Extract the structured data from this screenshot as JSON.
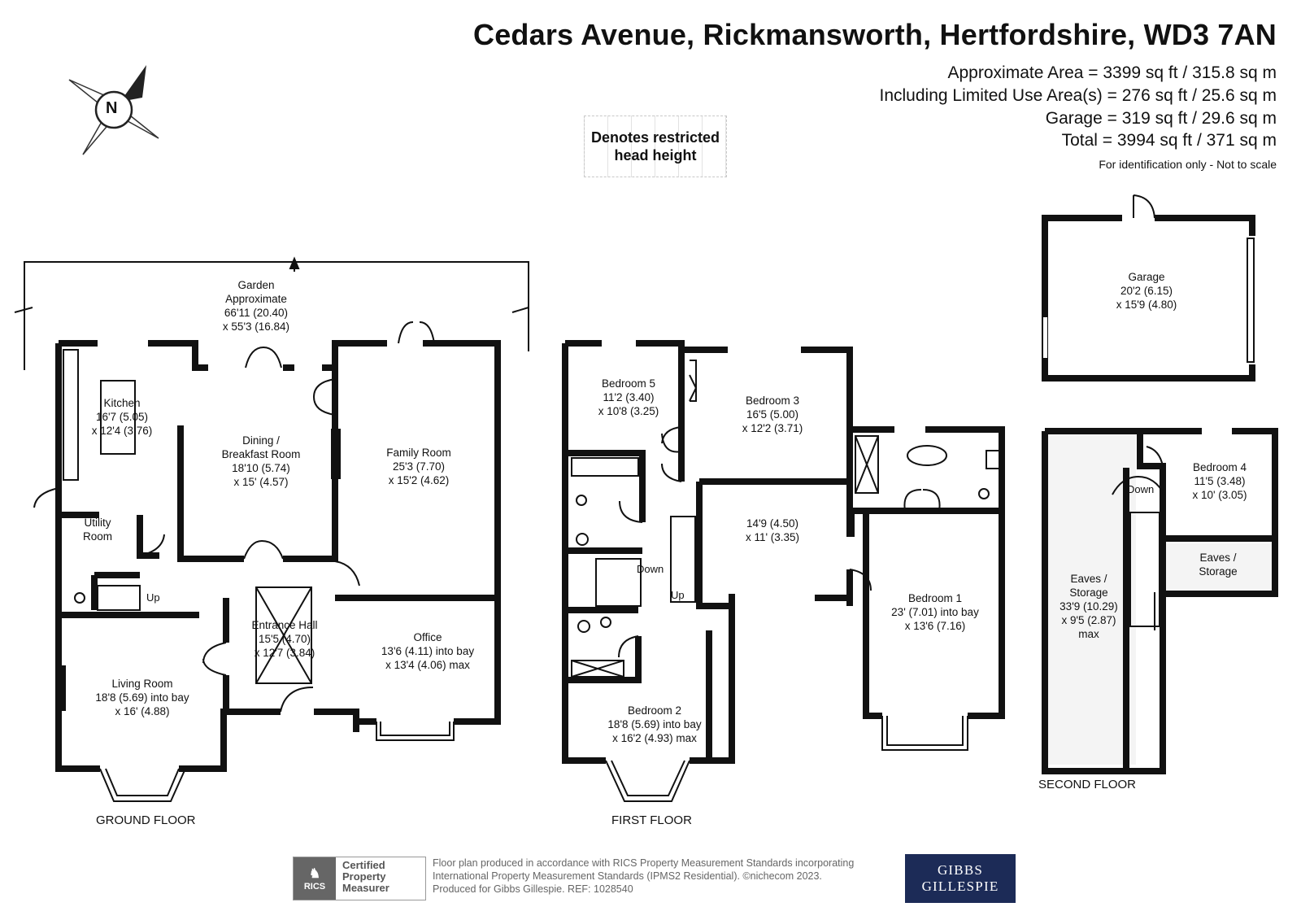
{
  "header": {
    "title": "Cedars Avenue, Rickmansworth, Hertfordshire, WD3 7AN",
    "area_approx": "Approximate Area = 3399 sq ft / 315.8 sq m",
    "area_limited": "Including Limited Use Area(s) = 276 sq ft / 25.6 sq m",
    "area_garage": "Garage = 319 sq ft / 29.6 sq m",
    "area_total": "Total = 3994 sq ft / 371 sq m",
    "identification": "For identification only - Not to scale"
  },
  "legend": {
    "line1": "Denotes restricted",
    "line2": "head height"
  },
  "compass": {
    "label": "N"
  },
  "floors": {
    "ground": "GROUND FLOOR",
    "first": "FIRST FLOOR",
    "second": "SECOND FLOOR"
  },
  "rooms": {
    "garden": {
      "name": "Garden",
      "l2": "Approximate",
      "l3": "66'11 (20.40)",
      "l4": "x 55'3 (16.84)"
    },
    "kitchen": {
      "name": "Kitchen",
      "l2": "16'7 (5.05)",
      "l3": "x 12'4 (3.76)"
    },
    "dining": {
      "name": "Dining /",
      "l2": "Breakfast Room",
      "l3": "18'10 (5.74)",
      "l4": "x 15' (4.57)"
    },
    "family": {
      "name": "Family Room",
      "l2": "25'3 (7.70)",
      "l3": "x 15'2 (4.62)"
    },
    "utility": {
      "name": "Utility",
      "l2": "Room"
    },
    "entrance": {
      "name": "Entrance Hall",
      "l2": "15'5 (4.70)",
      "l3": "x 12'7 (3.84)"
    },
    "office": {
      "name": "Office",
      "l2": "13'6 (4.11) into bay",
      "l3": "x 13'4 (4.06) max"
    },
    "living": {
      "name": "Living Room",
      "l2": "18'8 (5.69) into bay",
      "l3": "x 16' (4.88)"
    },
    "bedroom5": {
      "name": "Bedroom 5",
      "l2": "11'2 (3.40)",
      "l3": "x 10'8 (3.25)"
    },
    "bedroom3": {
      "name": "Bedroom 3",
      "l2": "16'5 (5.00)",
      "l3": "x 12'2 (3.71)"
    },
    "landing": {
      "name": "14'9 (4.50)",
      "l2": "x 11' (3.35)"
    },
    "bedroom1": {
      "name": "Bedroom 1",
      "l2": "23' (7.01) into bay",
      "l3": "x 13'6 (7.16)"
    },
    "bedroom2": {
      "name": "Bedroom 2",
      "l2": "18'8 (5.69) into bay",
      "l3": "x 16'2 (4.93) max"
    },
    "garage": {
      "name": "Garage",
      "l2": "20'2 (6.15)",
      "l3": "x 15'9 (4.80)"
    },
    "bedroom4": {
      "name": "Bedroom 4",
      "l2": "11'5 (3.48)",
      "l3": "x 10' (3.05)"
    },
    "eaves_small": {
      "name": "Eaves /",
      "l2": "Storage"
    },
    "eaves_large": {
      "name": "Eaves /",
      "l2": "Storage",
      "l3": "33'9 (10.29)",
      "l4": "x 9'5 (2.87)",
      "l5": "max"
    }
  },
  "stairs": {
    "up_ground": "Up",
    "down_first": "Down",
    "up_first": "Up",
    "down_second": "Down"
  },
  "footer": {
    "rics_logo": "RICS",
    "certified_l1": "Certified",
    "certified_l2": "Property",
    "certified_l3": "Measurer",
    "text_l1": "Floor plan produced in accordance with RICS Property Measurement Standards incorporating",
    "text_l2": "International Property Measurement Standards (IPMS2 Residential).  ©nichecom 2023.",
    "text_l3": "Produced for Gibbs Gillespie.   REF: 1028540",
    "agent_l1": "GIBBS",
    "agent_l2": "GILLESPIE"
  },
  "colors": {
    "wall": "#111111",
    "agent_bg": "#1c2b57",
    "restricted": "#dddddd"
  }
}
